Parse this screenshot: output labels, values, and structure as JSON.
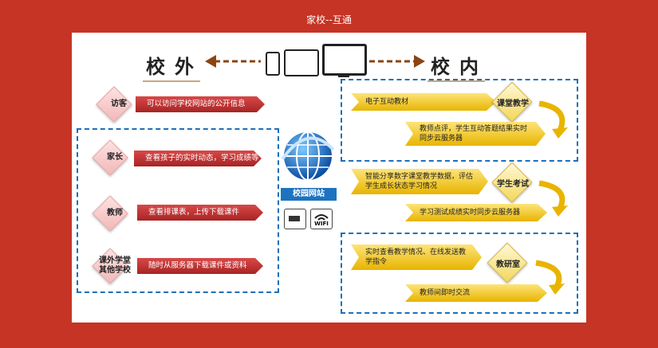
{
  "page_title": "家校--互通",
  "left_heading": "校外",
  "right_heading": "校内",
  "center_label": "校园网站",
  "wifi_label": "WIFI",
  "colors": {
    "background": "#c53424",
    "dash": "#1e6fb7",
    "red_arrow": "#b83232",
    "gold_arrow": "#f0c419",
    "brown_arrow": "#8b4513"
  },
  "external_roles": [
    {
      "role": "访客",
      "desc": "可以访问学校网站的公开信息"
    },
    {
      "role": "家长",
      "desc": "查看孩子的实时动态，学习成绩等"
    },
    {
      "role": "教师",
      "desc": "查看排课表，上传下载课件"
    },
    {
      "role": "课外学堂\n其他学校",
      "desc": "随时从服务器下载课件或资料"
    }
  ],
  "internal_groups": [
    {
      "name": "课堂教学",
      "top": "电子互动教材",
      "bottom": "教师点评，学生互动答题结果实时同步云服务器"
    },
    {
      "name": "学生考试",
      "top": "智能分享数字课堂教学数据，评估学生成长状态学习情况",
      "bottom": "学习测试成绩实时同步云服务器"
    },
    {
      "name": "教研室",
      "top": "实时查看教学情况、在线发送教学指令",
      "bottom": "教师间即时交流"
    }
  ]
}
